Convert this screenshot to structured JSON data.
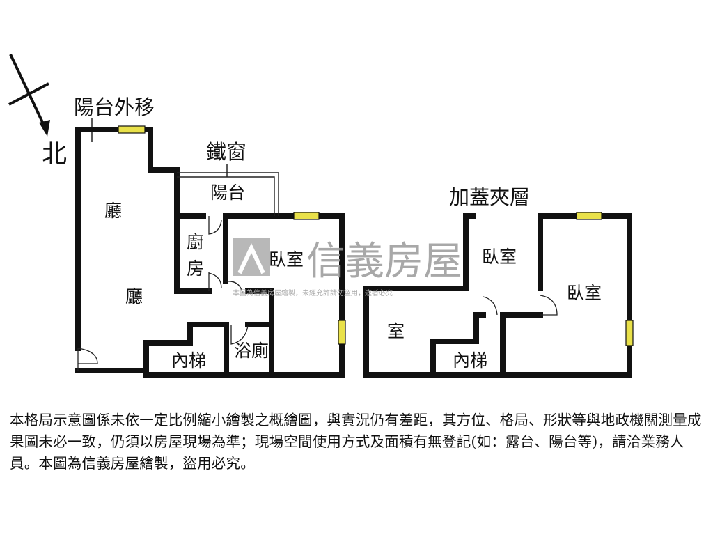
{
  "compass": {
    "north_label": "北"
  },
  "notes": {
    "balcony_moved_out": "陽台外移",
    "iron_window": "鐵窗",
    "mezzanine": "加蓋夾層"
  },
  "rooms": {
    "living_1": "廳",
    "living_2": "廳",
    "balcony": "陽台",
    "kitchen_1": "廚",
    "kitchen_2": "房",
    "bedroom_main": "臥室",
    "bathroom": "浴廁",
    "stairs_main": "內梯",
    "mezz_room": "室",
    "mezz_stairs": "內梯",
    "mezz_bedroom_1": "臥室",
    "mezz_bedroom_2": "臥室"
  },
  "watermark": {
    "brand": "信義房屋",
    "small": "本圖為信義房屋繪製，未經允許請勿盜用，違者必究"
  },
  "colors": {
    "window_fill": "#e9e14a",
    "wall": "#111111",
    "watermark": "#9a9a9a"
  },
  "disclaimer": "本格局示意圖係未依一定比例縮小繪製之概繪圖，與實況仍有差距，其方位、格局、形狀等與地政機關測量成果圖未必一致，仍須以房屋現場為準；現場空間使用方式及面積有無登記(如：露台、陽台等)，請洽業務人員。本圖為信義房屋繪製，盜用必究。"
}
